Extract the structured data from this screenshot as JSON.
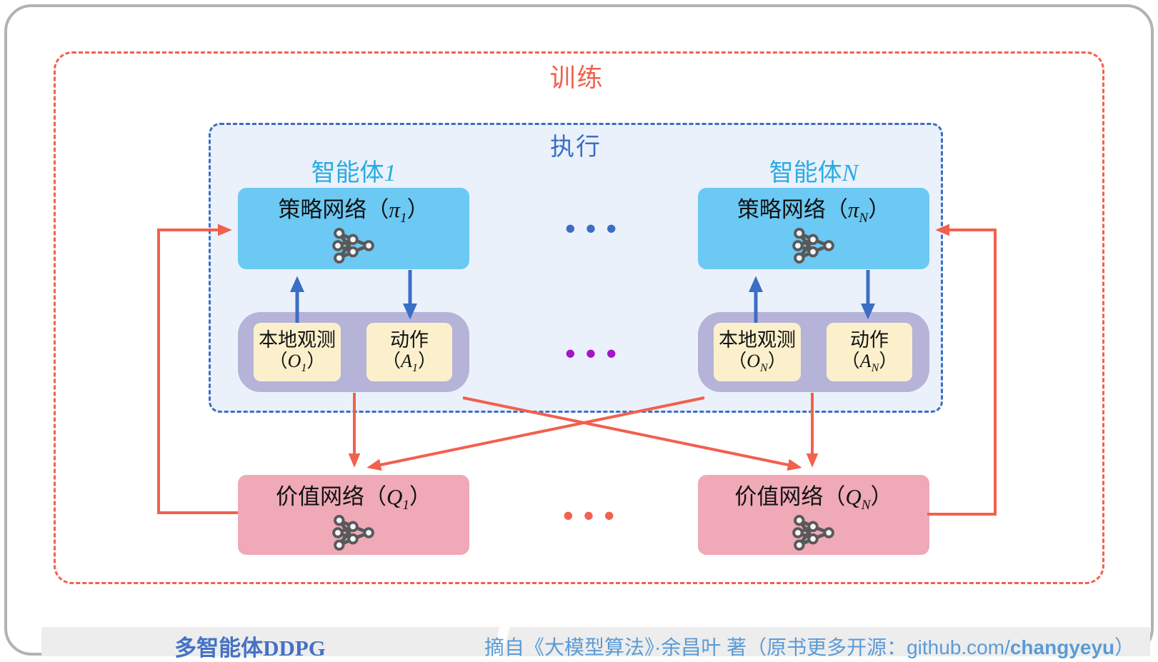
{
  "colors": {
    "training_red": "#f2604e",
    "execution_blue": "#3b6ec5",
    "agent_cyan": "#29abe2",
    "policy_fill": "#6bc9f3",
    "execution_fill": "#eaf1fb",
    "container_fill": "#b6b3d8",
    "io_fill": "#fcf0cc",
    "value_fill": "#efa9b7",
    "dots_purple": "#a714c9",
    "icon_gray": "#58595b",
    "footer_title_blue": "#4472c4",
    "footer_source_blue": "#5b9bd5"
  },
  "training": {
    "label": "训练"
  },
  "execution": {
    "label": "执行"
  },
  "punct": {
    "open": "（",
    "close": "）"
  },
  "agents": [
    {
      "name_prefix": "智能体",
      "name_suffix": "1",
      "policy_label": "策略网络",
      "policy_symbol": "π",
      "policy_sub": "1",
      "obs_label": "本地观测",
      "obs_symbol": "O",
      "obs_sub": "1",
      "act_label": "动作",
      "act_symbol": "A",
      "act_sub": "1",
      "value_label": "价值网络",
      "value_symbol": "Q",
      "value_sub": "1"
    },
    {
      "name_prefix": "智能体",
      "name_suffix": "N",
      "policy_label": "策略网络",
      "policy_symbol": "π",
      "policy_sub": "N",
      "obs_label": "本地观测",
      "obs_symbol": "O",
      "obs_sub": "N",
      "act_label": "动作",
      "act_symbol": "A",
      "act_sub": "N",
      "value_label": "价值网络",
      "value_symbol": "Q",
      "value_sub": "N"
    }
  ],
  "ellipsis": {
    "policy_row": "•••",
    "io_row": "•••",
    "value_row": "•••"
  },
  "footer": {
    "title": "多智能体DDPG",
    "source_prefix": "摘自《大模型算法》·余昌叶 著（原书更多开源：github.com/",
    "source_bold": "changyeyu",
    "source_suffix": "）"
  }
}
